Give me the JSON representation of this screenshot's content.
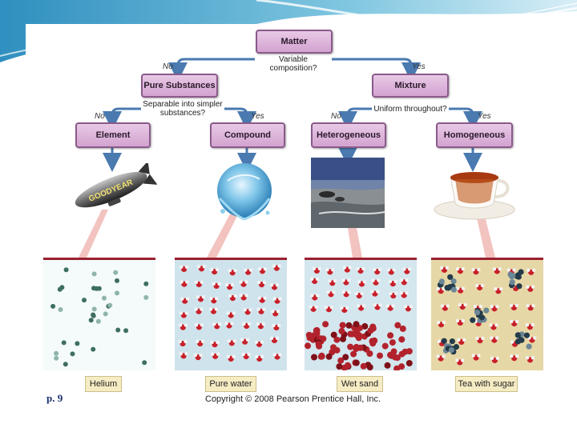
{
  "nodes": {
    "matter": "Matter",
    "pure": "Pure Substances",
    "mixture": "Mixture",
    "element": "Element",
    "compound": "Compound",
    "hetero": "Heterogeneous",
    "homo": "Homogeneous"
  },
  "questions": {
    "q1": "Variable composition?",
    "q2_line1": "Separable into simpler",
    "q2_line2": "substances?",
    "q3": "Uniform throughout?"
  },
  "answers": {
    "no": "No",
    "yes": "Yes"
  },
  "captions": {
    "helium": "Helium",
    "water": "Pure water",
    "sand": "Wet sand",
    "tea": "Tea with sugar"
  },
  "blimp_text": "GOODYEAR",
  "page_label": "p. 9",
  "copyright": "Copyright © 2008 Pearson Prentice Hall, Inc.",
  "colors": {
    "box_fill": "#d9b0d6",
    "arrow": "#4a7ab0",
    "caption_fill": "#f6ecc4",
    "banner": "#4aa0c8"
  }
}
